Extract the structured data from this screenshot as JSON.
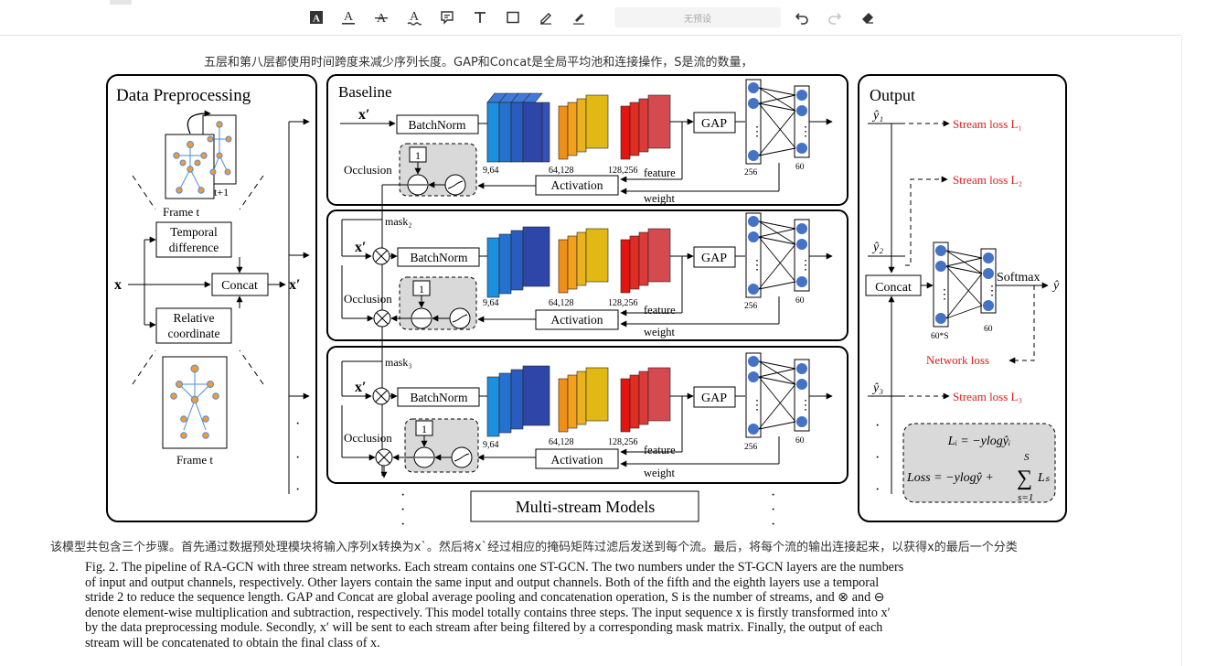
{
  "toolbar": {
    "icons": [
      "highlight-a-icon",
      "underline-a-icon",
      "strikethrough-a-icon",
      "squiggly-a-icon",
      "comment-icon",
      "text-icon",
      "rectangle-icon",
      "pen-icon",
      "marker-icon",
      "undo-icon",
      "redo-icon",
      "eraser-icon"
    ],
    "preset_label": "无预设"
  },
  "doc": {
    "line_top": "五层和第八层都使用时间跨度来减少序列长度。GAP和Concat是全局平均池和连接操作，S是流的数量，",
    "line_bottom": "该模型共包含三个步骤。首先通过数据预处理模块将输入序列x转换为x`。然后将x`经过相应的掩码矩阵过滤后发送到每个流。最后，将每个流的输出连接起来，以获得x的最后一个分类"
  },
  "figure": {
    "data_preprocessing": {
      "title": "Data Preprocessing",
      "frame_t": "Frame t",
      "t_plus_1": "t+1",
      "temporal_difference_1": "Temporal",
      "temporal_difference_2": "difference",
      "relative_coordinate_1": "Relative",
      "relative_coordinate_2": "coordinate",
      "concat": "Concat",
      "x": "x",
      "x_prime": "x′",
      "frame_t_bottom": "Frame t"
    },
    "streams": {
      "baseline": "Baseline",
      "mask2": "mask₂",
      "mask3": "mask₃",
      "x_prime": "x′",
      "batchnorm": "BatchNorm",
      "gap": "GAP",
      "occlusion": "Occlusion",
      "one": "1",
      "activation": "Activation",
      "feature": "feature",
      "weight": "weight",
      "ch1": "9,64",
      "ch2": "64,128",
      "ch3": "128,256",
      "n256": "256",
      "n60": "60",
      "multi_stream": "Multi-stream Models"
    },
    "output": {
      "title": "Output",
      "y1": "ŷ₁",
      "y2": "ŷ₂",
      "y3": "ŷ₃",
      "loss1": "Stream loss L₁",
      "loss2": "Stream loss L₂",
      "loss3": "Stream loss L₃",
      "network_loss": "Network loss",
      "concat": "Concat",
      "softmax": "Softmax",
      "y_hat": "ŷ",
      "n60s": "60*S",
      "n60": "60",
      "formula1": "Lᵢ = −ylogŷᵢ",
      "formula2_left": "Loss = −ylogŷ +",
      "formula2_sum": "∑",
      "formula2_top": "S",
      "formula2_bottom": "s=1",
      "formula2_ls": "Lₛ"
    }
  },
  "caption": {
    "line1": "Fig. 2.  The pipeline of RA-GCN with three stream networks. Each stream contains one ST-GCN. The two numbers under the ST-GCN layers are the numbers",
    "line2": "of input and output channels, respectively. Other layers contain the same input and output channels. Both of the fifth and the eighth layers use a temporal",
    "line3": "stride 2 to reduce the sequence length. GAP and Concat are global average pooling and concatenation operation, S is the number of streams, and ⊗ and ⊖",
    "line4": "denote element-wise multiplication and subtraction, respectively. This model totally contains three steps. The input sequence x is firstly transformed into x′",
    "line5": "by the data preprocessing module. Secondly, x′ will be sent to each stream after being filtered by a corresponding mask matrix. Finally, the output of each",
    "line6": "stream will be concatenated to obtain the final class of x."
  },
  "colors": {
    "loss_red": "#e01b1b",
    "node_blue": "#4472c4",
    "joint_orange": "#f39a33"
  }
}
